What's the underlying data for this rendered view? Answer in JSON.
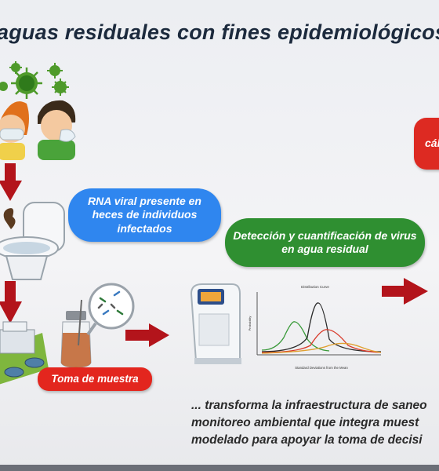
{
  "title": "aguas residuales con fines epidemiológicos",
  "labels": {
    "rna": "RNA viral presente en heces de individuos infectados",
    "deteccion": "Detección y cuantificación de virus en agua residual",
    "toma": "Toma de muestra",
    "calculo": "cál"
  },
  "bottom_text": {
    "line1": "... transforma la infraestructura de saneo",
    "line2": "monitoreo ambiental que integra muest",
    "line3": "modelado para apoyar la toma de decisi"
  },
  "plot": {
    "title": "Distribution Curve",
    "ylabel": "Probability",
    "xlabel": "Standard Deviations from the Mean"
  },
  "colors": {
    "blue": "#2f86ef",
    "green": "#2f8f31",
    "red": "#e3261e",
    "arrow": "#b3141b"
  }
}
